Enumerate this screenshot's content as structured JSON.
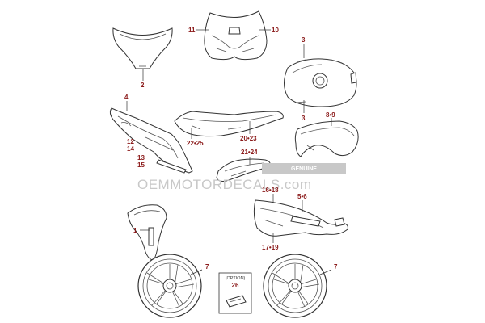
{
  "callouts": {
    "c1": "1",
    "c2": "2",
    "c3a": "3",
    "c3b": "3",
    "c4": "4",
    "c56": "5•6",
    "c7a": "7",
    "c7b": "7",
    "c89": "8•9",
    "c10": "10",
    "c11": "11",
    "c12": "12",
    "c13": "13",
    "c14": "14",
    "c15": "15",
    "c1618": "16•18",
    "c1719": "17•19",
    "c2023": "20•23",
    "c2124": "21•24",
    "c2225": "22•25",
    "c26": "26"
  },
  "option_box": {
    "label": "(OPTION)"
  },
  "watermark": {
    "site": "OEMMOTORDECALS.com",
    "genuine": "GENUINE"
  }
}
